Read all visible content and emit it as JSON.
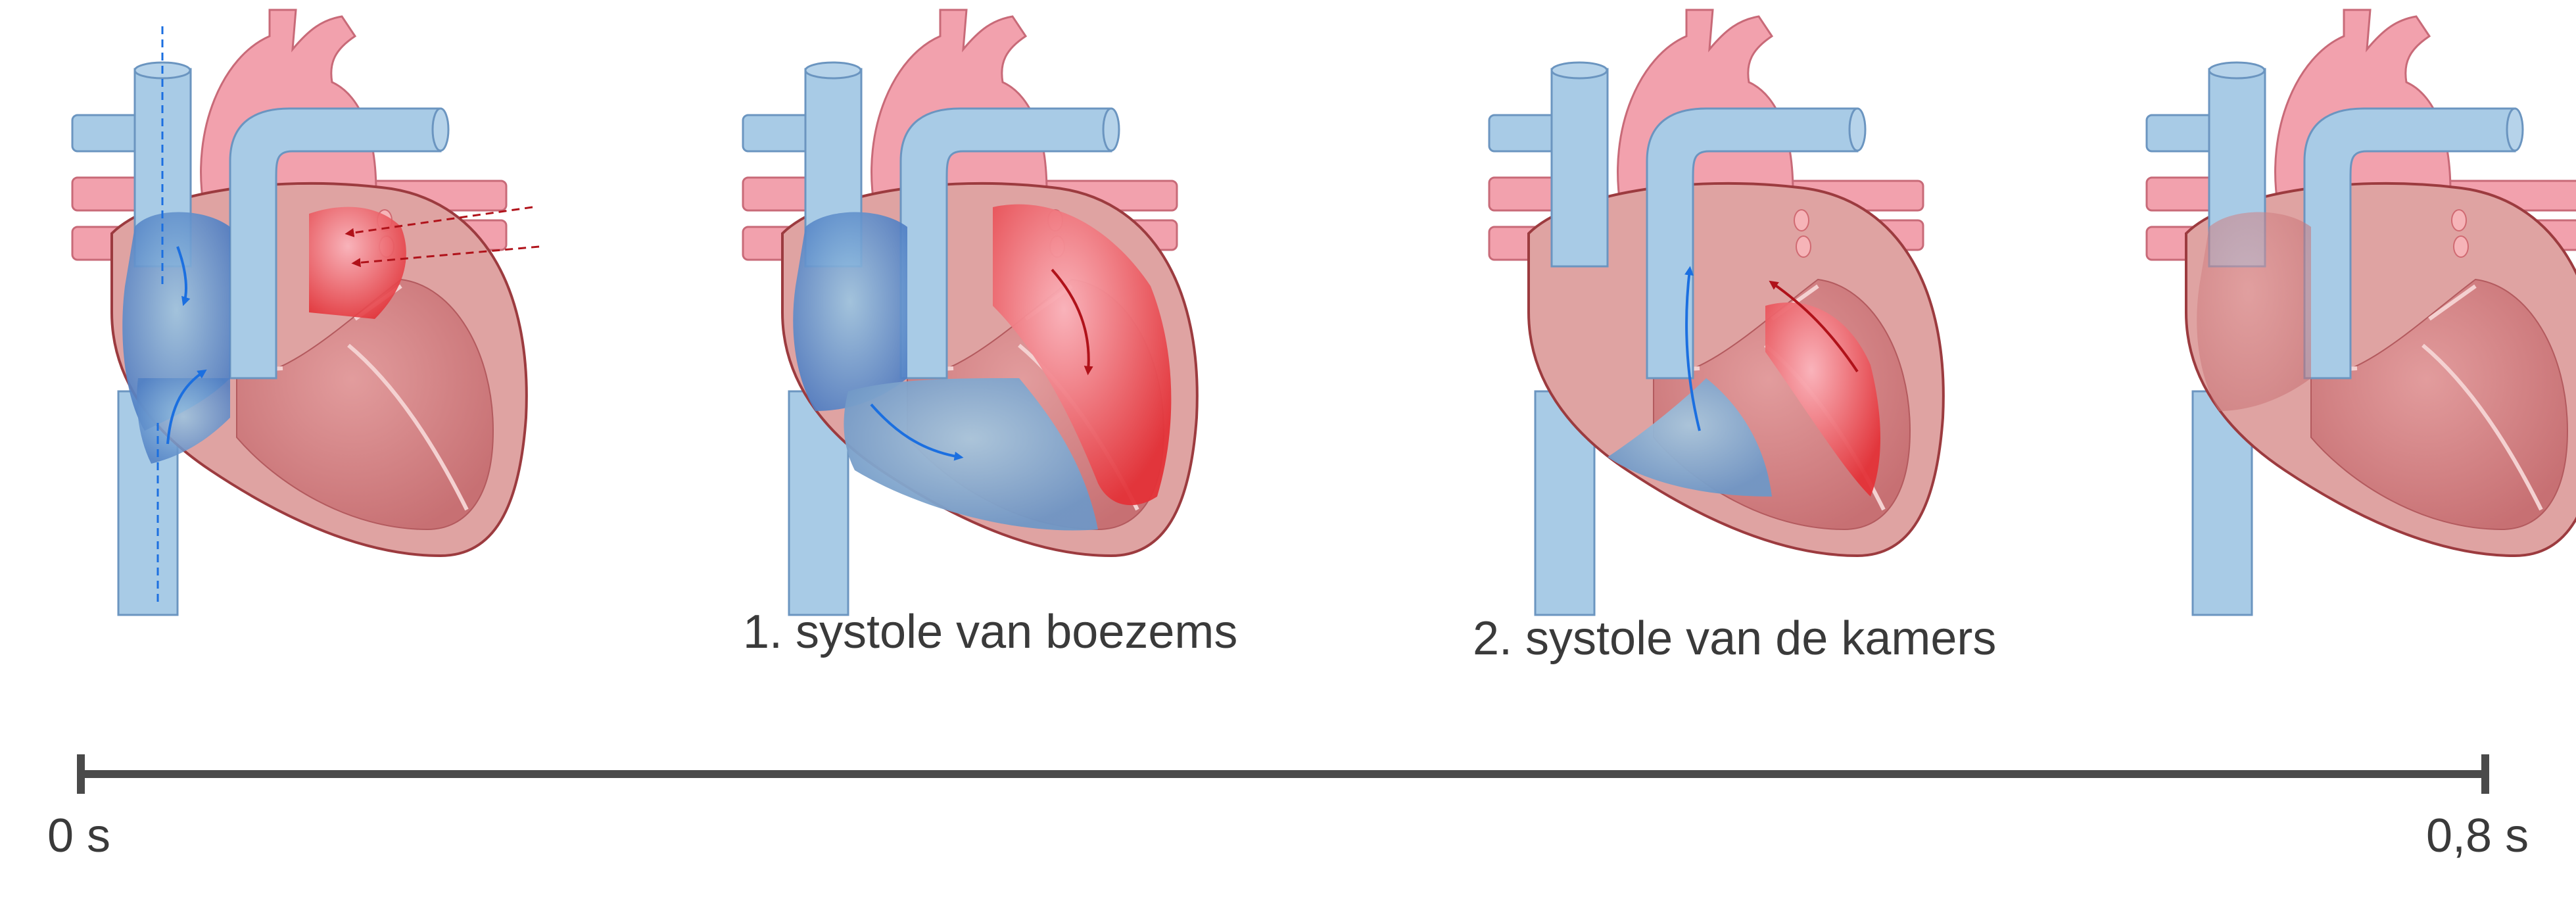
{
  "phases": [
    {
      "id": "diastole",
      "label": "",
      "flow": {
        "venous_inflow": true,
        "atria_to_ventricles": true
      }
    },
    {
      "id": "atrial-systole",
      "label": "1. systole van boezems",
      "flow": {
        "atria_to_ventricles": true
      }
    },
    {
      "id": "ventricular-systole",
      "label": "2. systole van de kamers",
      "flow": {
        "ventricles_to_arteries": true
      }
    },
    {
      "id": "relaxed",
      "label": "",
      "flow": {}
    }
  ],
  "timeline": {
    "start_label": "0 s",
    "end_label": "0,8 s",
    "start_seconds": 0,
    "end_seconds": 0.8
  },
  "colors": {
    "deoxygenated": "#a8cbe6",
    "deoxygenated_dark": "#4f7fc4",
    "oxygenated": "#f2a1ad",
    "oxygenated_bright": "#e8333a",
    "muscle": "#cc7d7e",
    "wall": "#dfa3a2",
    "arrow_blue": "#1b6fe0",
    "arrow_red": "#b0121a",
    "timeline": "#4a4a4a"
  }
}
